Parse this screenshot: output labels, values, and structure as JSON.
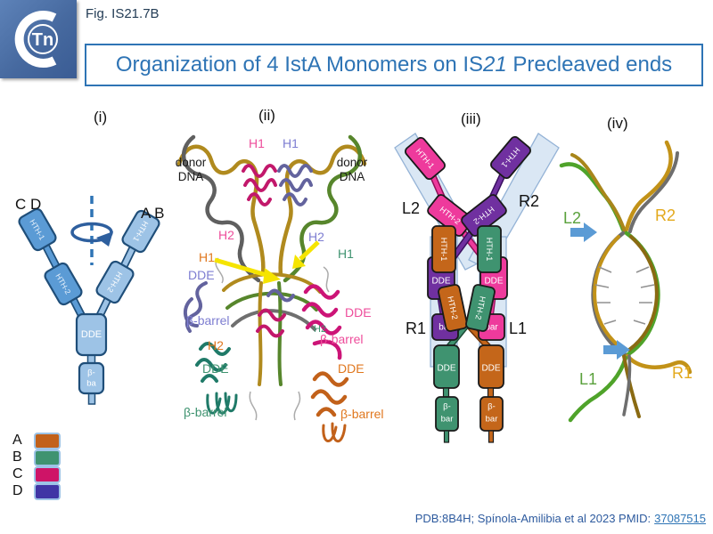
{
  "colors": {
    "accent_blue": "#2E74B5",
    "schematic_blue_dark": "#5B9BD5",
    "schematic_blue_light": "#9DC3E6",
    "monomer_a_orange": "#C4661A",
    "monomer_b_green": "#3F9370",
    "monomer_c_magenta": "#EE3A9C",
    "monomer_d_purple": "#7030A0",
    "legend_c_crimson": "#CE1467",
    "legend_d_indigo": "#4035A5",
    "dna_band_blue": "#D9E6F4",
    "arrow_yellow": "#F5E400",
    "arrow_blue": "#5B9BD5"
  },
  "header": {
    "logo_text": "Tn",
    "fig_label": "Fig. IS21.7B",
    "title_pre": "Organization of 4 IstA Monomers on IS",
    "title_italic": "21",
    "title_post": " Precleaved ends"
  },
  "domain_labels": {
    "hth1": "HTH-1",
    "hth2": "HTH-2",
    "dde": "DDE",
    "bar": "bar",
    "beta_prefix": "β-",
    "beta_short": "ba",
    "beta_bar": "bar",
    "beta_barrel": "β-barrel",
    "h1": "H1",
    "h2": "H2"
  },
  "panel1": {
    "label": "(i)",
    "monomers_left": "C D",
    "monomers_right": "A B"
  },
  "panel2": {
    "label": "(ii)",
    "donor_line1": "donor",
    "donor_line2": "DNA"
  },
  "panel3": {
    "label": "(iii)",
    "l2": "L2",
    "r2": "R2",
    "r1": "R1",
    "l1": "L1"
  },
  "panel4": {
    "label": "(iv)",
    "l2": "L2",
    "r2": "R2",
    "l1": "L1",
    "r1": "R1"
  },
  "legend": {
    "items": [
      {
        "label": "A",
        "color": "#C2611A"
      },
      {
        "label": "B",
        "color": "#3F9370"
      },
      {
        "label": "C",
        "color": "#CE1467"
      },
      {
        "label": "D",
        "color": "#4035A5"
      }
    ]
  },
  "footer": {
    "citation": "PDB:8B4H; Spínola-Amilibia et al 2023 PMID:",
    "pmid": "37087515"
  }
}
